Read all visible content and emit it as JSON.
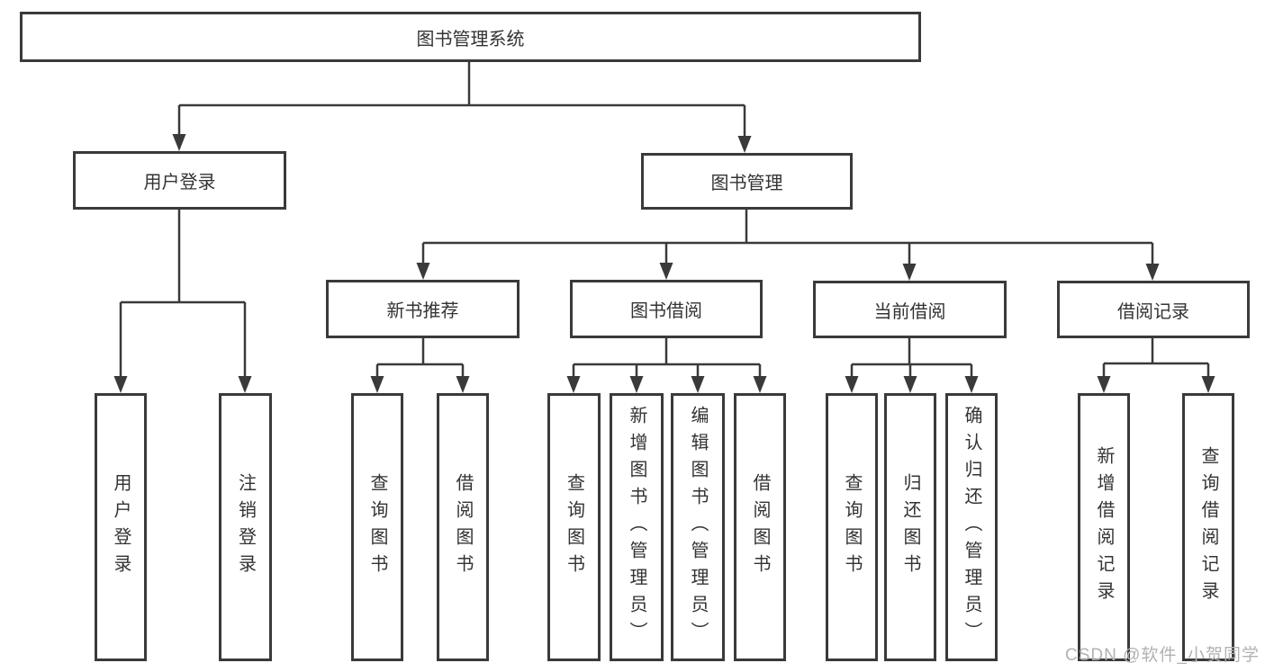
{
  "tree": {
    "label": "图书管理系统",
    "children": [
      {
        "label": "用户登录",
        "children": [
          {
            "label": "用户登录"
          },
          {
            "label": "注销登录"
          }
        ]
      },
      {
        "label": "图书管理",
        "children": [
          {
            "label": "新书推荐",
            "children": [
              {
                "label": "查询图书"
              },
              {
                "label": "借阅图书"
              }
            ]
          },
          {
            "label": "图书借阅",
            "children": [
              {
                "label": "查询图书"
              },
              {
                "label": "新增图书（管理员）"
              },
              {
                "label": "编辑图书（管理员）"
              },
              {
                "label": "借阅图书"
              }
            ]
          },
          {
            "label": "当前借阅",
            "children": [
              {
                "label": "查询图书"
              },
              {
                "label": "归还图书"
              },
              {
                "label": "确认归还（管理员）"
              }
            ]
          },
          {
            "label": "借阅记录",
            "children": [
              {
                "label": "新增借阅记录"
              },
              {
                "label": "查询借阅记录"
              }
            ]
          }
        ]
      }
    ]
  },
  "watermark": {
    "text": "CSDN @软件_小贺同学"
  },
  "colors": {
    "line": "#3a3a3a",
    "box_border": "#3a3a3a",
    "text": "#333333",
    "background": "#ffffff",
    "watermark": "#b3b1b1"
  }
}
